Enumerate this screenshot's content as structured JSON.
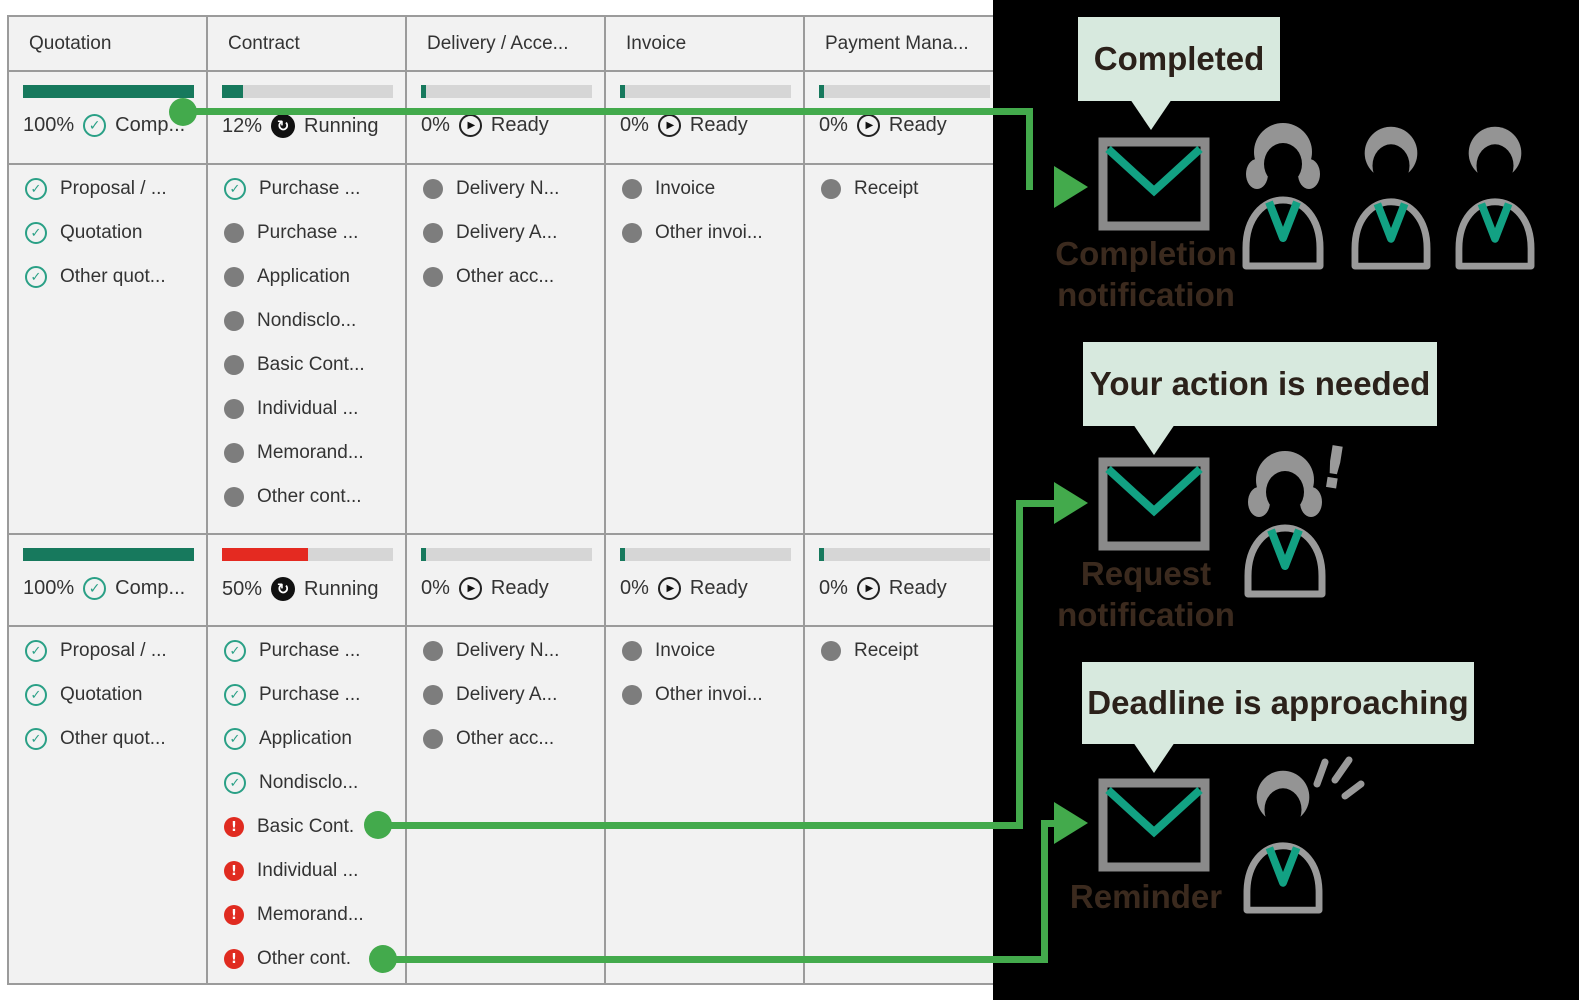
{
  "glyphs": {
    "check": "✓",
    "running": "↻",
    "ready": "▶",
    "alert": "!",
    "exclamation": "!"
  },
  "colors": {
    "progress_teal": "#17795d",
    "progress_red": "#e42a21",
    "arrow_green": "#43aa4c",
    "envelope_teal": "#12a183",
    "bubble_mint": "#d7e9de",
    "caption_brown": "#3b2a1e",
    "panel_black": "#000000"
  },
  "board": {
    "columns": [
      {
        "header": "Quotation",
        "phases": [
          {
            "percent": "100%",
            "status": "Comp...",
            "fill": 100,
            "fill_color": "teal",
            "items": [
              {
                "icon": "check",
                "label": "Proposal / ..."
              },
              {
                "icon": "check",
                "label": "Quotation"
              },
              {
                "icon": "check",
                "label": "Other quot..."
              }
            ]
          },
          {
            "percent": "100%",
            "status": "Comp...",
            "fill": 100,
            "fill_color": "teal",
            "items": [
              {
                "icon": "check",
                "label": "Proposal / ..."
              },
              {
                "icon": "check",
                "label": "Quotation"
              },
              {
                "icon": "check",
                "label": "Other quot..."
              }
            ]
          }
        ]
      },
      {
        "header": "Contract",
        "phases": [
          {
            "percent": "12%",
            "status": "Running",
            "fill": 12,
            "fill_color": "teal",
            "items": [
              {
                "icon": "check",
                "label": "Purchase ..."
              },
              {
                "icon": "dot",
                "label": "Purchase ..."
              },
              {
                "icon": "dot",
                "label": "Application"
              },
              {
                "icon": "dot",
                "label": "Nondisclo..."
              },
              {
                "icon": "dot",
                "label": "Basic Cont..."
              },
              {
                "icon": "dot",
                "label": "Individual ..."
              },
              {
                "icon": "dot",
                "label": "Memorand..."
              },
              {
                "icon": "dot",
                "label": "Other cont..."
              }
            ]
          },
          {
            "percent": "50%",
            "status": "Running",
            "fill": 50,
            "fill_color": "red",
            "items": [
              {
                "icon": "check",
                "label": "Purchase ..."
              },
              {
                "icon": "check",
                "label": "Purchase ..."
              },
              {
                "icon": "check",
                "label": "Application"
              },
              {
                "icon": "check",
                "label": "Nondisclo..."
              },
              {
                "icon": "alert",
                "label": "Basic Cont."
              },
              {
                "icon": "alert",
                "label": "Individual ..."
              },
              {
                "icon": "alert",
                "label": "Memorand..."
              },
              {
                "icon": "alert",
                "label": "Other cont."
              }
            ]
          }
        ]
      },
      {
        "header": "Delivery / Acce...",
        "phases": [
          {
            "percent": "0%",
            "status": "Ready",
            "fill": 3,
            "fill_color": "teal",
            "items": [
              {
                "icon": "dot",
                "label": "Delivery N..."
              },
              {
                "icon": "dot",
                "label": "Delivery A..."
              },
              {
                "icon": "dot",
                "label": "Other acc..."
              }
            ]
          },
          {
            "percent": "0%",
            "status": "Ready",
            "fill": 3,
            "fill_color": "teal",
            "items": [
              {
                "icon": "dot",
                "label": "Delivery N..."
              },
              {
                "icon": "dot",
                "label": "Delivery A..."
              },
              {
                "icon": "dot",
                "label": "Other acc..."
              }
            ]
          }
        ]
      },
      {
        "header": "Invoice",
        "phases": [
          {
            "percent": "0%",
            "status": "Ready",
            "fill": 3,
            "fill_color": "teal",
            "items": [
              {
                "icon": "dot",
                "label": "Invoice"
              },
              {
                "icon": "dot",
                "label": "Other invoi..."
              }
            ]
          },
          {
            "percent": "0%",
            "status": "Ready",
            "fill": 3,
            "fill_color": "teal",
            "items": [
              {
                "icon": "dot",
                "label": "Invoice"
              },
              {
                "icon": "dot",
                "label": "Other invoi..."
              }
            ]
          }
        ]
      },
      {
        "header": "Payment Mana...",
        "phases": [
          {
            "percent": "0%",
            "status": "Ready",
            "fill": 3,
            "fill_color": "teal",
            "items": [
              {
                "icon": "dot",
                "label": "Receipt"
              }
            ]
          },
          {
            "percent": "0%",
            "status": "Ready",
            "fill": 3,
            "fill_color": "teal",
            "items": [
              {
                "icon": "dot",
                "label": "Receipt"
              }
            ]
          }
        ]
      }
    ]
  },
  "annotations": {
    "completed": {
      "bubble": "Completed",
      "caption": "Completion notification"
    },
    "action_needed": {
      "bubble": "Your action is needed",
      "caption": "Request notification"
    },
    "deadline": {
      "bubble": "Deadline is approaching",
      "caption": "Reminder"
    }
  }
}
